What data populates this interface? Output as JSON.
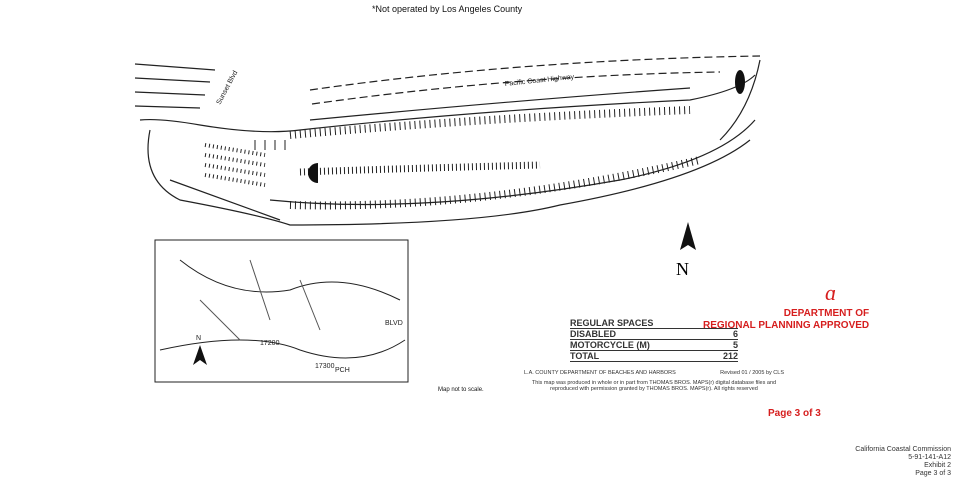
{
  "header_note": "*Not operated by Los Angeles County",
  "map": {
    "street_labels": [
      "Sunset Blvd",
      "Pacific Coast Highway"
    ],
    "inset_labels": [
      "17300",
      "17200",
      "PCH",
      "BLVD",
      "N"
    ],
    "north_label": "N",
    "scale_note": "Map not to scale."
  },
  "table": {
    "rows": [
      {
        "label": "REGULAR SPACES",
        "value": ""
      },
      {
        "label": "DISABLED",
        "value": "6"
      },
      {
        "label": "MOTORCYCLE (M)",
        "value": "5"
      },
      {
        "label": "TOTAL",
        "value": "212"
      }
    ]
  },
  "stamp": {
    "line1": "DEPARTMENT OF",
    "line2": "REGIONAL PLANNING APPROVED"
  },
  "credits": {
    "dept": "L.A. COUNTY DEPARTMENT OF BEACHES AND HARBORS",
    "revised": "Revised 01 / 2005 by CLS",
    "copyright": "This map was produced in whole or in part from THOMAS BROS. MAPS(r) digital database files and reproduced with permission granted by THOMAS BROS. MAPS(r). All rights reserved"
  },
  "page_label": "Page 3 of 3",
  "commission": {
    "name": "California Coastal Commission",
    "number": "5-91-141-A12",
    "exhibit": "Exhibit 2",
    "page": "Page 3 of 3"
  }
}
